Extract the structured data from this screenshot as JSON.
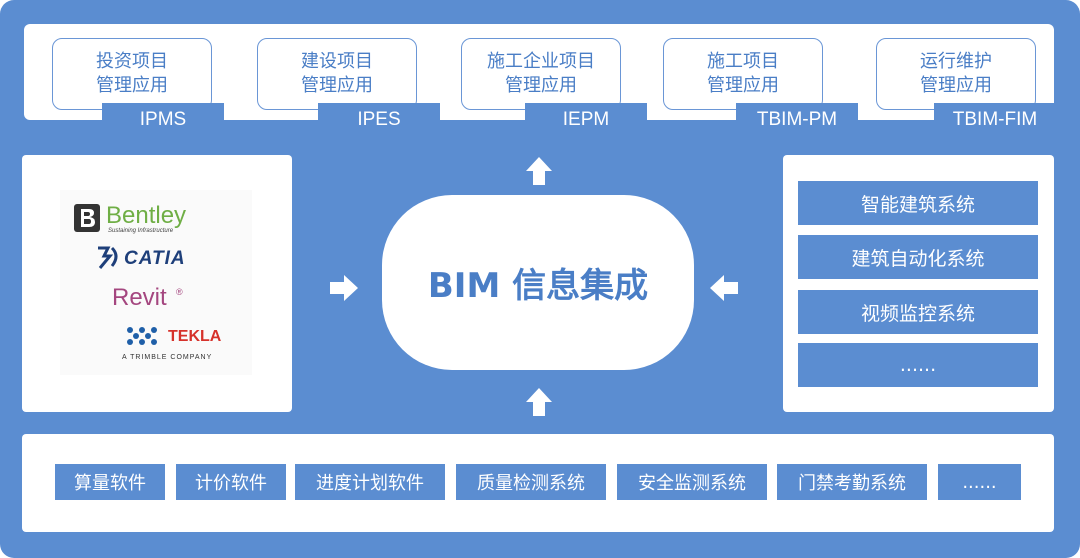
{
  "top_apps": [
    {
      "text": "投资项目\n管理应用",
      "tag": "IPMS"
    },
    {
      "text": "建设项目\n管理应用",
      "tag": "IPES"
    },
    {
      "text": "施工企业项目\n管理应用",
      "tag": "IEPM"
    },
    {
      "text": "施工项目\n管理应用",
      "tag": "TBIM-PM"
    },
    {
      "text": "运行维护\n管理应用",
      "tag": "TBIM-FIM"
    }
  ],
  "center_label": "BIM 信息集成",
  "logos": {
    "bentley": "Bentley",
    "bentley_sub": "Sustaining Infrastructure",
    "catia": "CATIA",
    "revit": "Revit",
    "tekla": "TEKLA",
    "tekla_sub": "A TRIMBLE COMPANY"
  },
  "right_systems": [
    "智能建筑系统",
    "建筑自动化系统",
    "视频监控系统",
    "......"
  ],
  "bottom_tools": [
    "算量软件",
    "计价软件",
    "进度计划软件",
    "质量检测系统",
    "安全监测系统",
    "门禁考勤系统",
    "......"
  ],
  "colors": {
    "primary": "#5b8dd1",
    "text_blue": "#4a7ec6",
    "bentley_green": "#6fae45",
    "revit_purple": "#a4467f",
    "tekla_red": "#d6322b"
  }
}
